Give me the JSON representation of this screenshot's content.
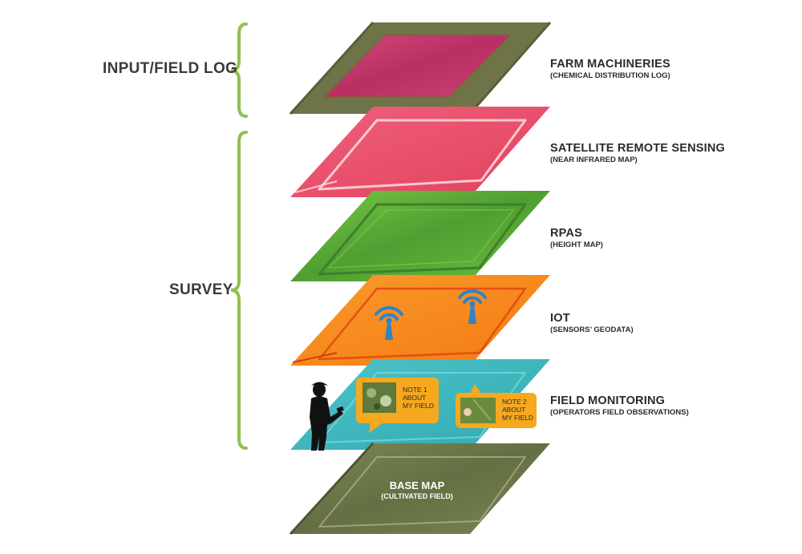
{
  "groups": {
    "input": "INPUT/FIELD LOG",
    "survey": "SURVEY"
  },
  "layers": [
    {
      "title": "FARM MACHINERIES",
      "subtitle": "(CHEMICAL DISTRIBUTION LOG)",
      "color": "#c23a6a"
    },
    {
      "title": "SATELLITE REMOTE SENSING",
      "subtitle": "(NEAR INFRARED MAP)",
      "color": "#e8506a"
    },
    {
      "title": "RPAS",
      "subtitle": "(HEIGHT MAP)",
      "color": "#5cae3a"
    },
    {
      "title": "IOT",
      "subtitle": "(SENSORS’ GEODATA)",
      "color": "#f58a1f"
    },
    {
      "title": "FIELD MONITORING",
      "subtitle": "(OPERATORS FIELD OBSERVATIONS)",
      "color": "#3fb6bd"
    }
  ],
  "notes": [
    {
      "line1": "NOTE 1",
      "line2": "ABOUT",
      "line3": "MY FIELD"
    },
    {
      "line1": "NOTE 2",
      "line2": "ABOUT",
      "line3": "MY FIELD"
    }
  ],
  "base_map": {
    "title": "BASE MAP",
    "subtitle": "(CULTIVATED FIELD)",
    "color": "#6f7a4c"
  },
  "colors": {
    "bracket": "#8fc04f",
    "wifi": "#2f84c6",
    "note_box": "#f6a81f"
  },
  "icons": [
    "wifi-sensor-icon",
    "wifi-sensor-icon",
    "operator-silhouette-icon"
  ]
}
